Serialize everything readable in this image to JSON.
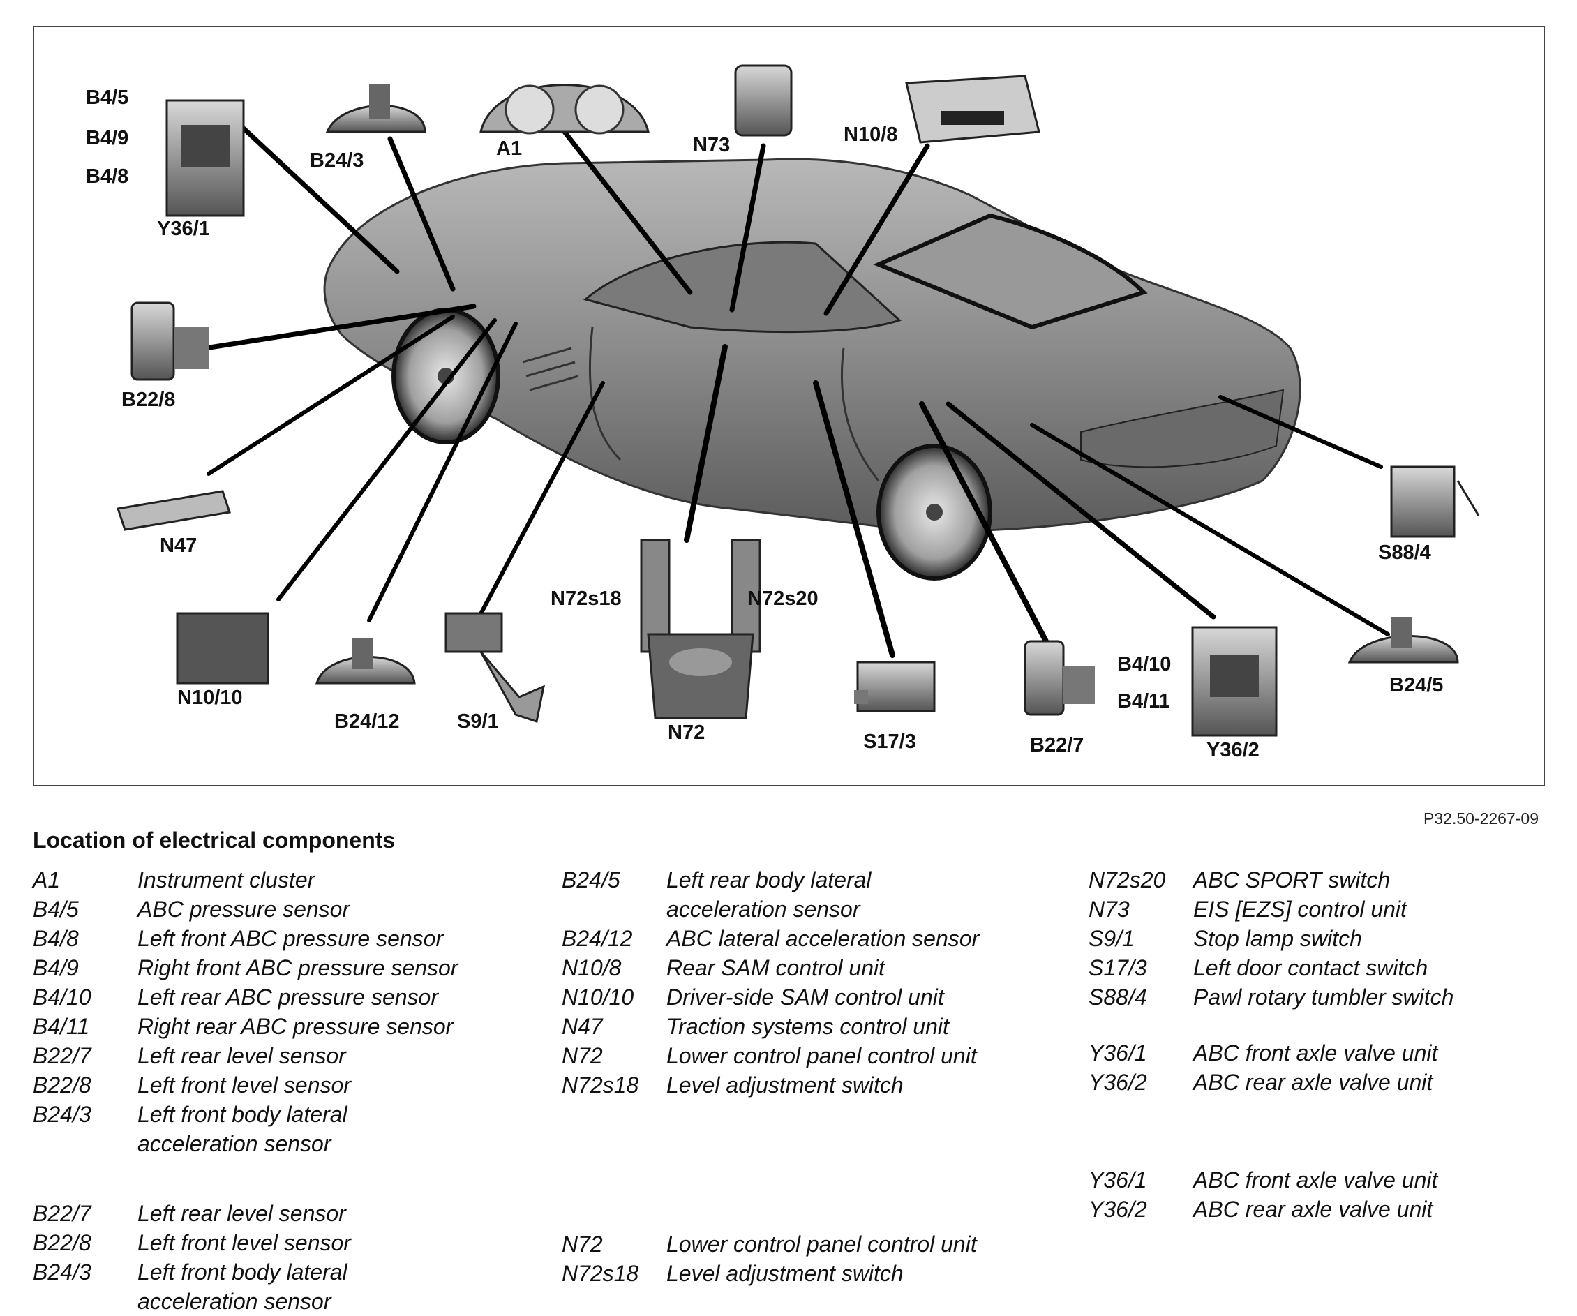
{
  "callouts": {
    "b4_5": "B4/5",
    "b4_9": "B4/9",
    "b4_8": "B4/8",
    "y36_1": "Y36/1",
    "b24_3": "B24/3",
    "a1": "A1",
    "n73": "N73",
    "n10_8": "N10/8",
    "b22_8": "B22/8",
    "n47": "N47",
    "n10_10": "N10/10",
    "b24_12": "B24/12",
    "s9_1": "S9/1",
    "n72s18": "N72s18",
    "n72s20": "N72s20",
    "n72": "N72",
    "s17_3": "S17/3",
    "b22_7": "B22/7",
    "b4_10": "B4/10",
    "b4_11": "B4/11",
    "y36_2": "Y36/2",
    "b24_5": "B24/5",
    "s88_4": "S88/4"
  },
  "figure_ref": "P32.50-2267-09",
  "legend": {
    "title": "Location of electrical components",
    "col1": [
      {
        "code": "A1",
        "desc": "Instrument cluster"
      },
      {
        "code": "B4/5",
        "desc": "ABC pressure sensor"
      },
      {
        "code": "B4/8",
        "desc": "Left front ABC pressure sensor"
      },
      {
        "code": "B4/9",
        "desc": "Right front ABC pressure sensor"
      },
      {
        "code": "B4/10",
        "desc": "Left rear ABC pressure sensor"
      },
      {
        "code": "B4/11",
        "desc": "Right rear ABC pressure sensor"
      },
      {
        "code": "B22/7",
        "desc": "Left rear level sensor"
      },
      {
        "code": "B22/8",
        "desc": "Left front level sensor"
      },
      {
        "code": "B24/3",
        "desc": "Left front body lateral",
        "desc2": "acceleration sensor"
      }
    ],
    "col1_repeat": [
      {
        "code": "B22/7",
        "desc": "Left rear level sensor"
      },
      {
        "code": "B22/8",
        "desc": "Left front level sensor"
      },
      {
        "code": "B24/3",
        "desc": "Left front body lateral",
        "desc2": "acceleration sensor"
      }
    ],
    "col2": [
      {
        "code": "B24/5",
        "desc": "Left rear body lateral",
        "desc2": "acceleration sensor"
      },
      {
        "code": "B24/12",
        "desc": "ABC lateral acceleration sensor"
      },
      {
        "code": "N10/8",
        "desc": "Rear SAM control unit"
      },
      {
        "code": "N10/10",
        "desc": "Driver-side SAM control unit"
      },
      {
        "code": "N47",
        "desc": "Traction systems control unit"
      },
      {
        "code": "N72",
        "desc": "Lower control panel control unit"
      },
      {
        "code": "N72s18",
        "desc": "Level adjustment switch"
      }
    ],
    "col2_repeat": [
      {
        "code": "N72",
        "desc": "Lower control panel control unit"
      },
      {
        "code": "N72s18",
        "desc": "Level adjustment switch"
      }
    ],
    "col3": [
      {
        "code": "N72s20",
        "desc": "ABC SPORT switch"
      },
      {
        "code": "N73",
        "desc": "EIS [EZS] control unit"
      },
      {
        "code": "S9/1",
        "desc": "Stop lamp switch"
      },
      {
        "code": "S17/3",
        "desc": "Left door contact switch"
      },
      {
        "code": "S88/4",
        "desc": "Pawl rotary tumbler switch"
      }
    ],
    "col3_valves": [
      {
        "code": "Y36/1",
        "desc": "ABC front axle valve unit"
      },
      {
        "code": "Y36/2",
        "desc": "ABC rear axle valve unit"
      }
    ],
    "col3_repeat": [
      {
        "code": "Y36/1",
        "desc": "ABC front axle valve unit"
      },
      {
        "code": "Y36/2",
        "desc": "ABC rear axle valve unit"
      }
    ]
  }
}
